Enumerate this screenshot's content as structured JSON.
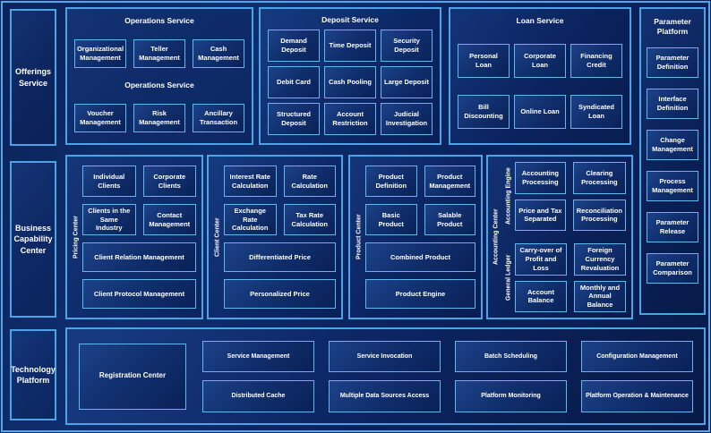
{
  "colors": {
    "background": "#0b2462",
    "panel_border": "#4aa4e6",
    "box_border": "#63b7f0",
    "box_fill": "#11306f",
    "text": "#ffffff"
  },
  "sidebar": {
    "offerings_label": "Offerings Service",
    "business_label": "Business Capability Center",
    "technology_label": "Technology Platform"
  },
  "operations_service": {
    "title": "Operations Service",
    "subtitle": "Operations Service",
    "boxes": [
      "Organizational Management",
      "Teller Management",
      "Cash Management",
      "Voucher Management",
      "Risk Management",
      "Ancillary Transaction"
    ]
  },
  "deposit_service": {
    "title": "Deposit Service",
    "boxes": [
      "Demand Deposit",
      "Time Deposit",
      "Security Deposit",
      "Debit Card",
      "Cash Pooling",
      "Large Deposit",
      "Structured Deposit",
      "Account Restriction",
      "Judicial Investigation"
    ]
  },
  "loan_service": {
    "title": "Loan Service",
    "boxes": [
      "Personal Loan",
      "Corporate Loan",
      "Financing Credit",
      "Bill Discounting",
      "Online Loan",
      "Syndicated Loan"
    ]
  },
  "parameter_platform": {
    "title": "Parameter Platform",
    "boxes": [
      "Parameter Definition",
      "Interface Definition",
      "Change Management",
      "Process Management",
      "Parameter Release",
      "Parameter Comparison"
    ]
  },
  "pricing_center": {
    "label": "Pricing Center",
    "boxes": [
      "Individual Clients",
      "Corporate Clients",
      "Clients in the Same Industry",
      "Contact Management",
      "Client Relation Management",
      "Client Protocol Management"
    ]
  },
  "client_center": {
    "label": "Client Center",
    "boxes": [
      "Interest Rate Calculation",
      "Rate Calculation",
      "Exchange Rate Calculation",
      "Tax Rate Calculation",
      "Differentiated Price",
      "Personalized Price"
    ]
  },
  "product_center": {
    "label": "Product Center",
    "boxes": [
      "Product Definition",
      "Product Management",
      "Basic Product",
      "Salable Product",
      "Combined Product",
      "Product Engine"
    ]
  },
  "accounting_center": {
    "label": "Accounting Center",
    "engine_label": "Accounting Engine",
    "engine_boxes": [
      "Accounting Processing",
      "Clearing Processing",
      "Price and Tax Separated",
      "Reconciliation Processing"
    ],
    "ledger_label": "General Ledger",
    "ledger_boxes": [
      "Carry-over of Profit and Loss",
      "Foreign Currency Revaluation",
      "Account Balance",
      "Monthly and Annual Balance"
    ]
  },
  "technology_platform": {
    "registration_label": "Registration Center",
    "boxes": [
      "Service Management",
      "Service Invocation",
      "Batch Scheduling",
      "Configuration Management",
      "Distributed Cache",
      "Multiple Data Sources Access",
      "Platform Monitoring",
      "Platform Operation & Maintenance"
    ]
  }
}
